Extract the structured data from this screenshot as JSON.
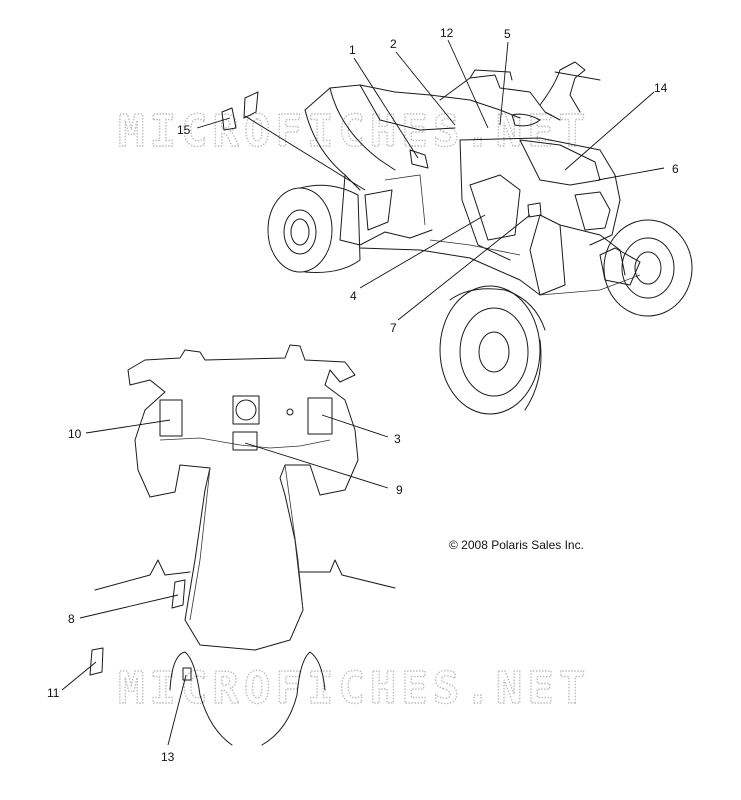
{
  "watermark": "MICROFICHES.NET",
  "copyright": "© 2008 Polaris Sales Inc.",
  "callouts": [
    "1",
    "2",
    "3",
    "4",
    "5",
    "6",
    "7",
    "8",
    "9",
    "10",
    "11",
    "12",
    "13",
    "14",
    "15"
  ]
}
